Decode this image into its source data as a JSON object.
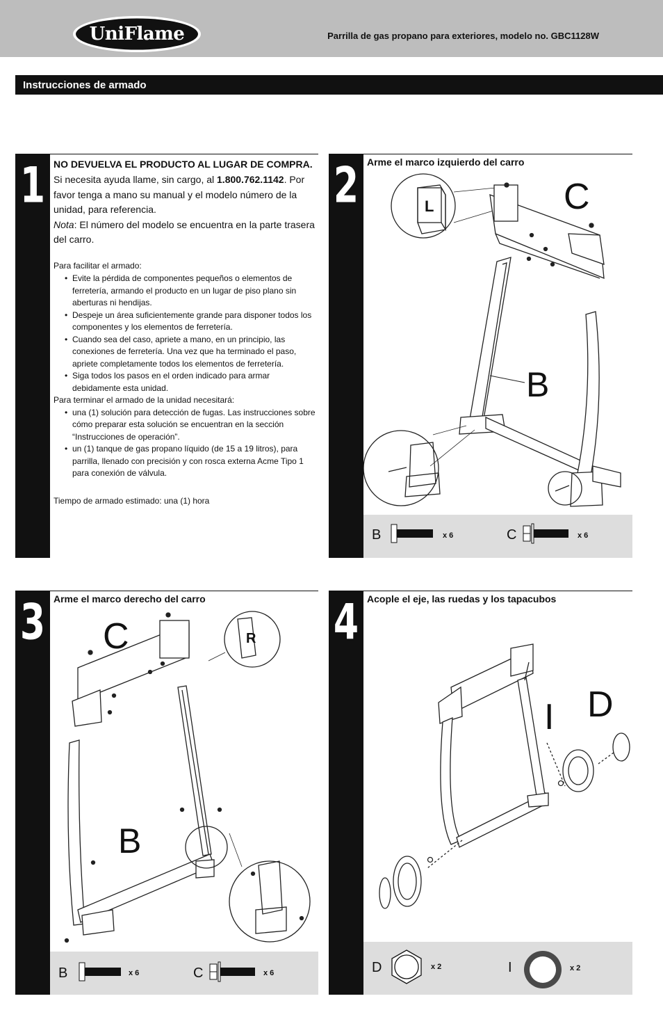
{
  "header": {
    "logo_text": "UniFlame",
    "title": "Parrilla de gas propano para exteriores, modelo no. GBC1128W"
  },
  "section_title": "Instrucciones de armado",
  "step1": {
    "number": "1",
    "warning": "NO DEVUELVA EL PRODUCTO AL LUGAR DE COMPRA.",
    "help_prefix": "Si necesita ayuda llame, sin cargo, al ",
    "phone": "1.800.762.1142",
    "help_suffix": ". Por favor tenga a mano su manual y el modelo número de la unidad, para referencia.",
    "note_label": "Nota",
    "note_text": ": El número del modelo se encuentra en la parte trasera del carro.",
    "facilitate_heading": "Para facilitar el armado:",
    "facilitate_items": [
      "Evite la pérdida de componentes pequeños o elementos de ferretería, armando el producto en un lugar de piso plano sin aberturas ni hendijas.",
      "Despeje un área suficientemente grande para disponer todos los componentes y los elementos de ferretería.",
      "Cuando sea del caso, apriete a mano, en un principio, las conexiones de ferretería. Una vez que ha terminado el paso, apriete completamente todos los elementos de ferretería.",
      "Siga todos los pasos en el orden indicado para armar debidamente esta unidad."
    ],
    "finish_heading": "Para terminar el armado de la unidad necesitará:",
    "finish_items": [
      "una (1) solución para detección de fugas. Las instrucciones sobre cómo preparar esta solución se encuentran en la sección “Instrucciones de operación”.",
      "un (1) tanque de gas propano líquido (de 15 a 19 litros), para parrilla, llenado con precisión y con rosca externa Acme Tipo 1 para conexión de válvula."
    ],
    "time": "Tiempo de armado estimado: una (1) hora"
  },
  "step2": {
    "number": "2",
    "title": "Arme el marco izquierdo del carro",
    "callouts": [
      "C",
      "B"
    ],
    "inset_label": "L",
    "hardware": [
      {
        "letter": "B",
        "qty": "x 6"
      },
      {
        "letter": "C",
        "qty": "x 6"
      }
    ]
  },
  "step3": {
    "number": "3",
    "title": "Arme el marco derecho del carro",
    "callouts": [
      "C",
      "B"
    ],
    "inset_label": "R",
    "hardware": [
      {
        "letter": "B",
        "qty": "x 6"
      },
      {
        "letter": "C",
        "qty": "x 6"
      }
    ]
  },
  "step4": {
    "number": "4",
    "title": "Acople el eje, las ruedas y los tapacubos",
    "callouts": [
      "I",
      "D"
    ],
    "hardware": [
      {
        "letter": "D",
        "qty": "x 2"
      },
      {
        "letter": "I",
        "qty": "x 2"
      }
    ]
  }
}
